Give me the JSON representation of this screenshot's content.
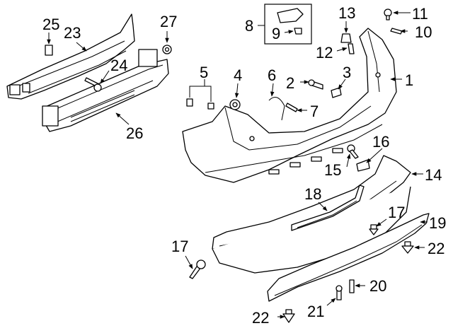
{
  "callouts": {
    "c1": "1",
    "c2": "2",
    "c3": "3",
    "c4": "4",
    "c5": "5",
    "c6": "6",
    "c7": "7",
    "c8": "8",
    "c9": "9",
    "c10": "10",
    "c11": "11",
    "c12": "12",
    "c13": "13",
    "c14": "14",
    "c15": "15",
    "c16": "16",
    "c17a": "17",
    "c17b": "17",
    "c18": "18",
    "c19": "19",
    "c20": "20",
    "c21": "21",
    "c22a": "22",
    "c22b": "22",
    "c23": "23",
    "c24": "24",
    "c25": "25",
    "c26": "26",
    "c27": "27"
  }
}
